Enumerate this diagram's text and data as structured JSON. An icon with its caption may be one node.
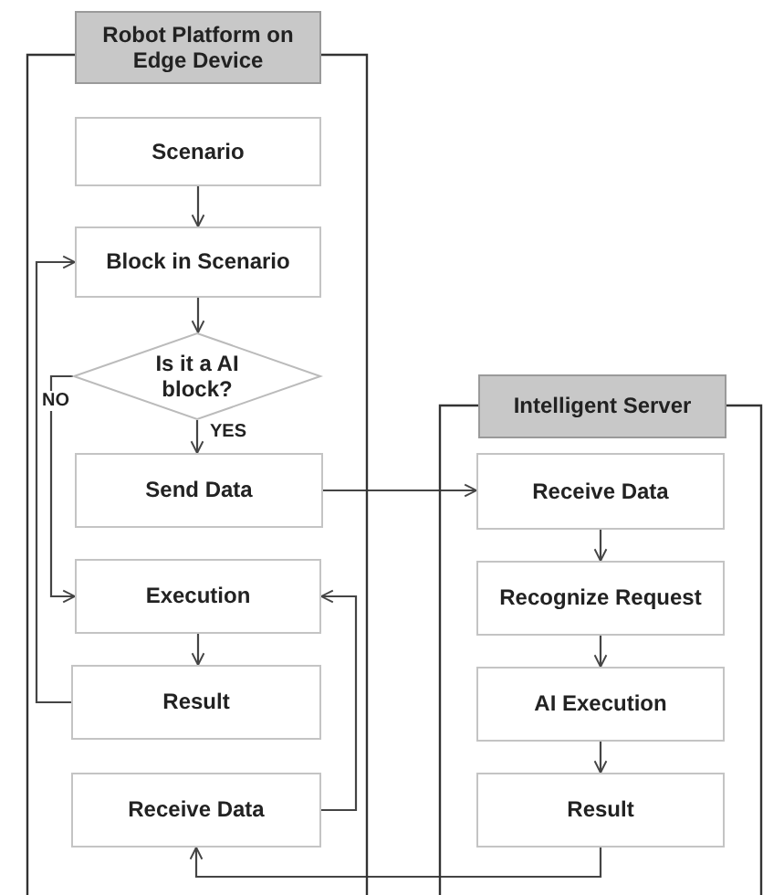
{
  "diagram": {
    "nodes": [
      {
        "text": [
          "Robot Platform on Edge Device"
        ]
      },
      {
        "text": [
          "Scenario"
        ],
        "in": 0
      },
      {
        "text": [
          "Block in Scenario"
        ],
        "in": 0
      },
      {
        "text": [
          "Is it a AI block?"
        ],
        "in": 0
      },
      {
        "text": [
          "Send Data"
        ],
        "in": 0
      },
      {
        "text": [
          "Execution"
        ],
        "in": 0
      },
      {
        "text": [
          "Result"
        ],
        "in": 0
      },
      {
        "text": [
          "Receive Data"
        ],
        "in": 0
      },
      {
        "text": [
          "Intelligent Server"
        ]
      },
      {
        "text": [
          "Receive Data"
        ],
        "in": 8
      },
      {
        "text": [
          "Recognize Request"
        ],
        "in": 8
      },
      {
        "text": [
          "AI Execution"
        ],
        "in": 8
      },
      {
        "text": [
          "Result"
        ],
        "in": 8
      }
    ],
    "edges": [
      {
        "from": 1,
        "to": 2,
        "arrow": "to"
      },
      {
        "from": 2,
        "to": 3,
        "arrow": "to"
      },
      {
        "from": 3,
        "to": 4,
        "arrow": "to",
        "label": "YES"
      },
      {
        "from": 3,
        "to": 5,
        "arrow": "to",
        "label": "NO"
      },
      {
        "from": 4,
        "to": 9,
        "arrow": "to"
      },
      {
        "from": 9,
        "to": 10,
        "arrow": "to"
      },
      {
        "from": 10,
        "to": 11,
        "arrow": "to"
      },
      {
        "from": 11,
        "to": 12,
        "arrow": "to"
      },
      {
        "from": 12,
        "to": 7,
        "arrow": "to"
      },
      {
        "from": 7,
        "to": 5,
        "arrow": "to"
      },
      {
        "from": 5,
        "to": 6,
        "arrow": "to"
      },
      {
        "from": 6,
        "to": 2,
        "arrow": "to"
      }
    ]
  }
}
